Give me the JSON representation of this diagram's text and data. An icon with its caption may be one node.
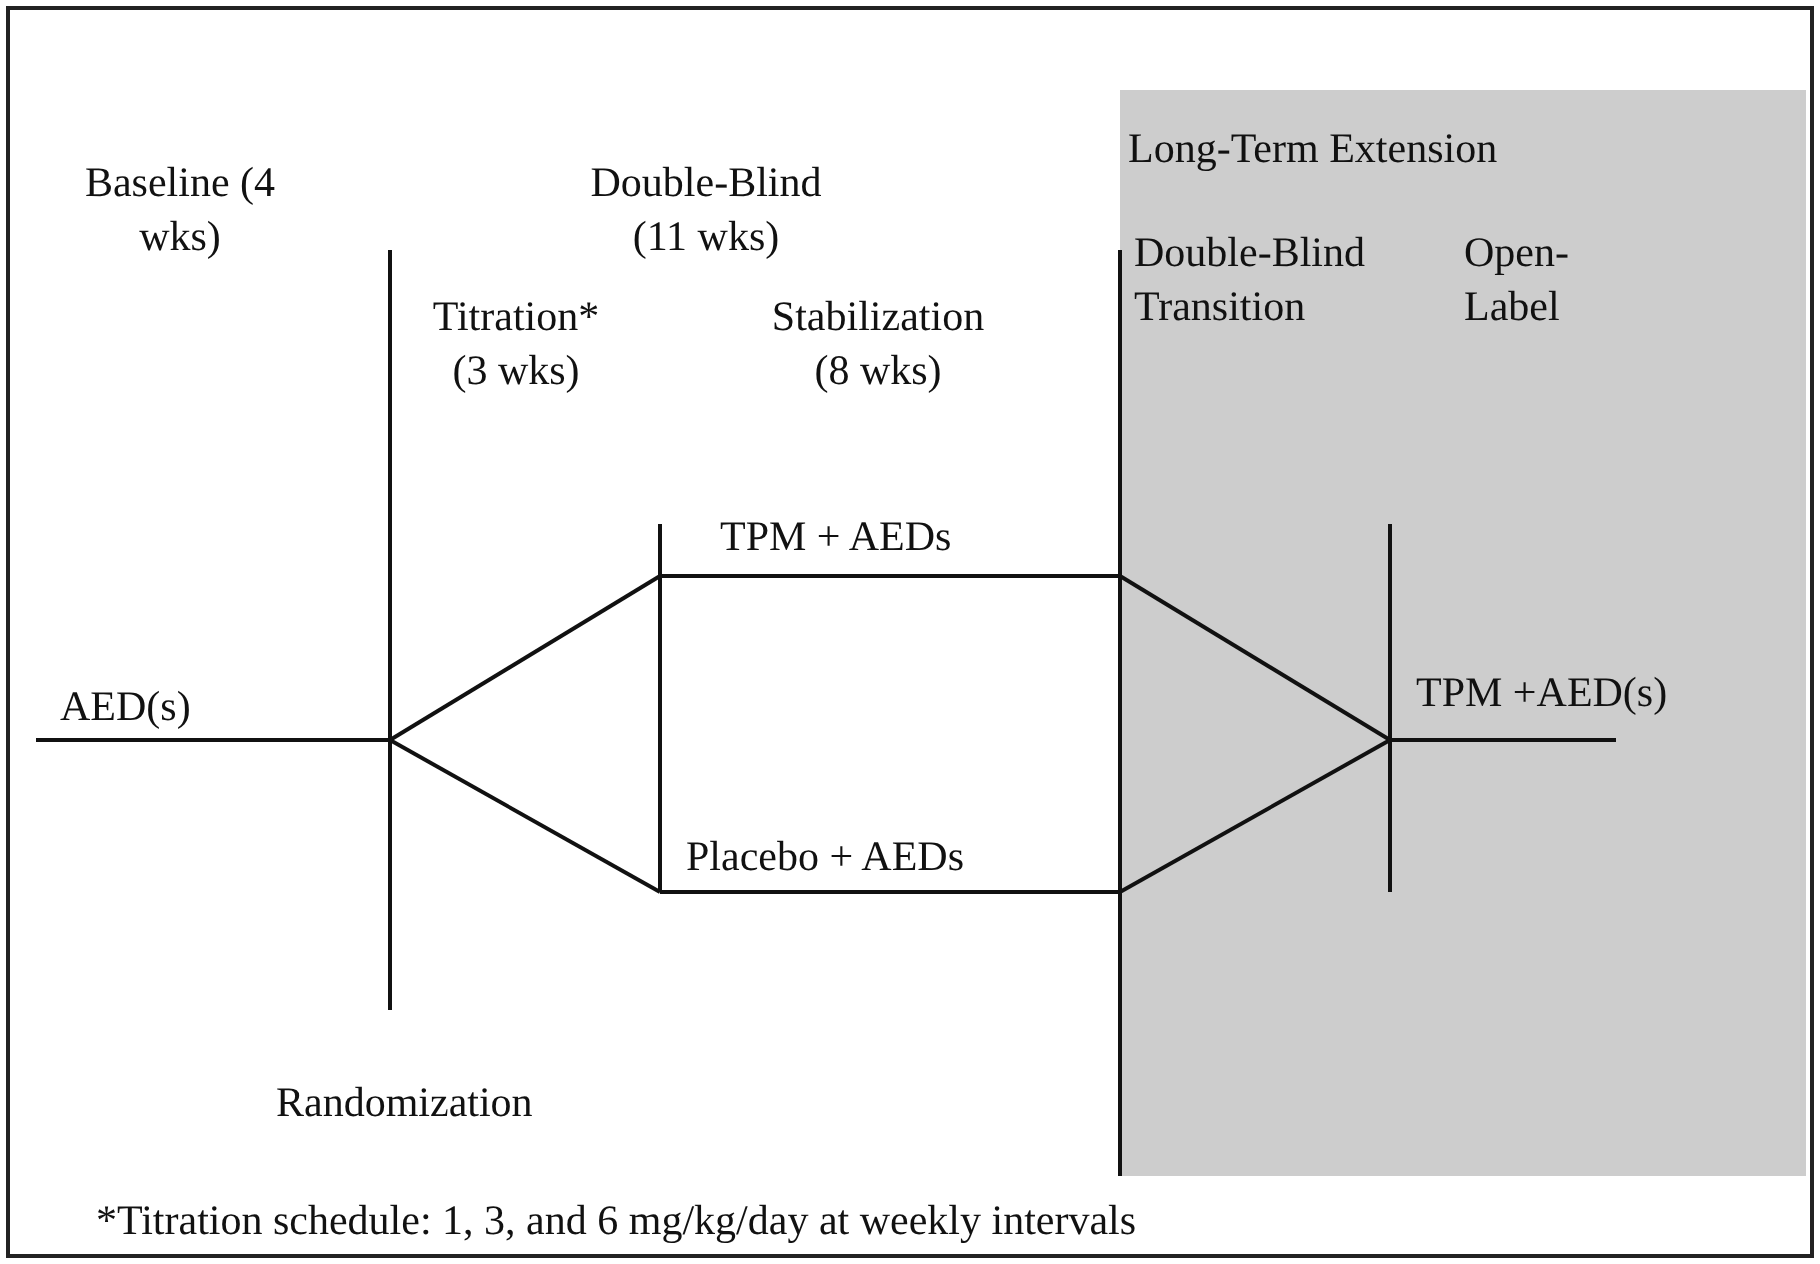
{
  "diagram": {
    "nodes": [
      {
        "text": [
          "Long-Term Extension",
          "Double-Blind Transition",
          "Open-Label",
          "TPM +AED(s)"
        ]
      }
    ],
    "labels": [
      "Baseline (4 wks)",
      "Double-Blind (11 wks)",
      "Titration* (3 wks)",
      "Stabilization (8 wks)",
      "TPM + AEDs",
      "AED(s)",
      "Placebo + AEDs",
      "Randomization",
      "*Titration schedule: 1, 3, and 6 mg/kg/day at weekly intervals"
    ]
  }
}
